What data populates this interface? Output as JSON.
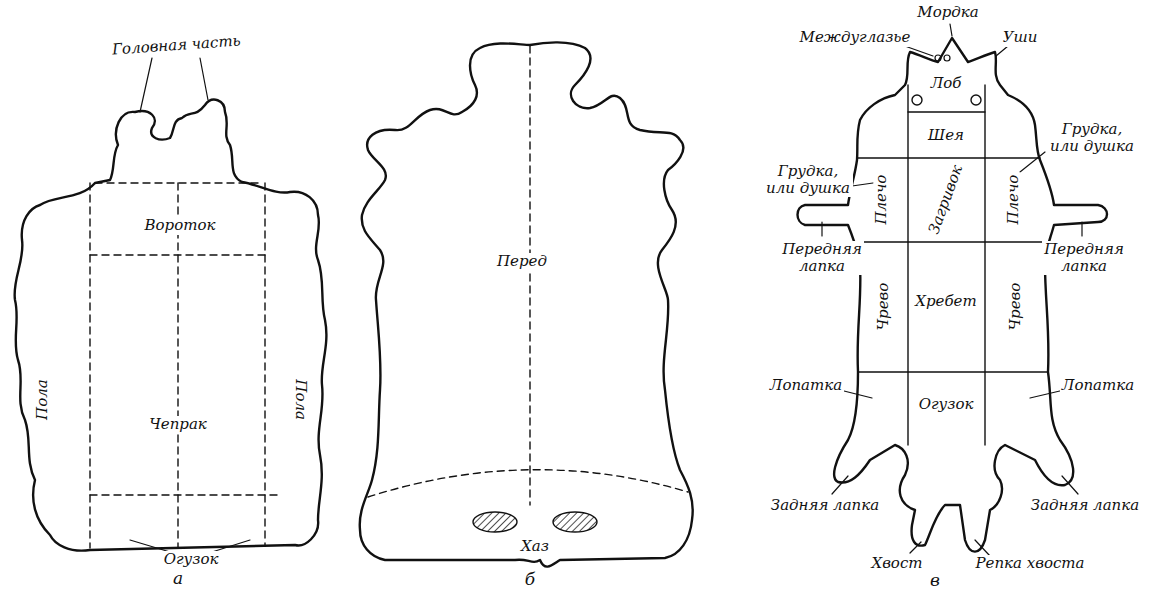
{
  "diagram": {
    "labels": [
      "Головная часть",
      "Вороток",
      "Пола",
      "Чепрак",
      "Пола",
      "Огузок",
      "а",
      "Перед",
      "Хаз",
      "б",
      "Мордка",
      "Междуглазье",
      "Уши",
      "Лоб",
      "Грудка, или душка",
      "Шея",
      "Грудка, или душка",
      "Плечо",
      "Загривок",
      "Плечо",
      "Передняя лапка",
      "Передняя лапка",
      "Чрево",
      "Хребет",
      "Чрево",
      "Лопатка",
      "Огузок",
      "Лопатка",
      "Задняя лапка",
      "Задняя лапка",
      "Хвост",
      "Репка хвоста",
      "в"
    ]
  }
}
